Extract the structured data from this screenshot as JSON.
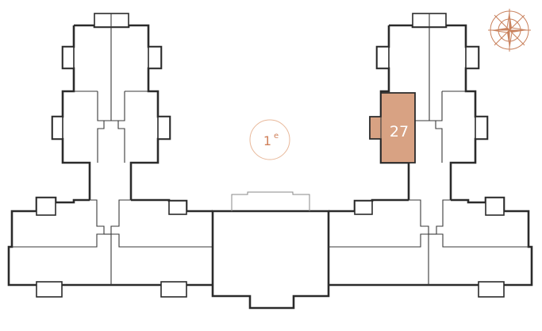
{
  "floor": {
    "number": "1",
    "suffix": "e"
  },
  "unit": {
    "label": "27",
    "highlighted": true
  },
  "colors": {
    "highlight": "#d8a283",
    "accent": "#c9825e",
    "wall": "#2b2b2b"
  },
  "icons": {
    "compass": "compass-rose-icon"
  }
}
